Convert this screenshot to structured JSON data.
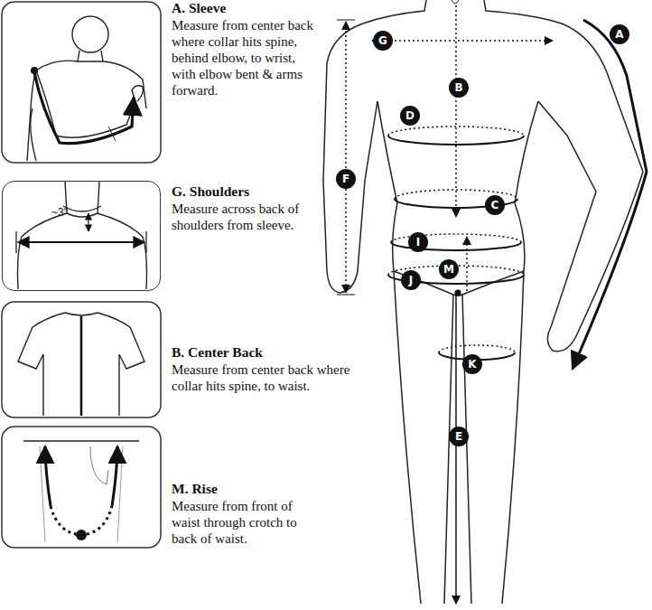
{
  "diagram": {
    "nodes": [
      {
        "text": [
          "~3\""
        ]
      },
      {
        "text": [
          "G"
        ]
      },
      {
        "text": [
          "A"
        ]
      },
      {
        "text": [
          "B"
        ]
      },
      {
        "text": [
          "D"
        ]
      },
      {
        "text": [
          "C"
        ]
      },
      {
        "text": [
          "F"
        ]
      },
      {
        "text": [
          "I"
        ]
      },
      {
        "text": [
          "M"
        ]
      },
      {
        "text": [
          "J"
        ]
      },
      {
        "text": [
          "K"
        ]
      },
      {
        "text": [
          "E"
        ]
      }
    ],
    "labels": [
      "A. Sleeve",
      "Measure from center back where collar hits spine, behind elbow, to wrist, with elbow bent & arms forward.",
      "G. Shoulders",
      "Measure across back of shoulders from sleeve.",
      "B. Center Back",
      "Measure from center back where collar hits spine, to waist.",
      "M. Rise",
      "Measure from front of waist through crotch to back of waist."
    ]
  }
}
